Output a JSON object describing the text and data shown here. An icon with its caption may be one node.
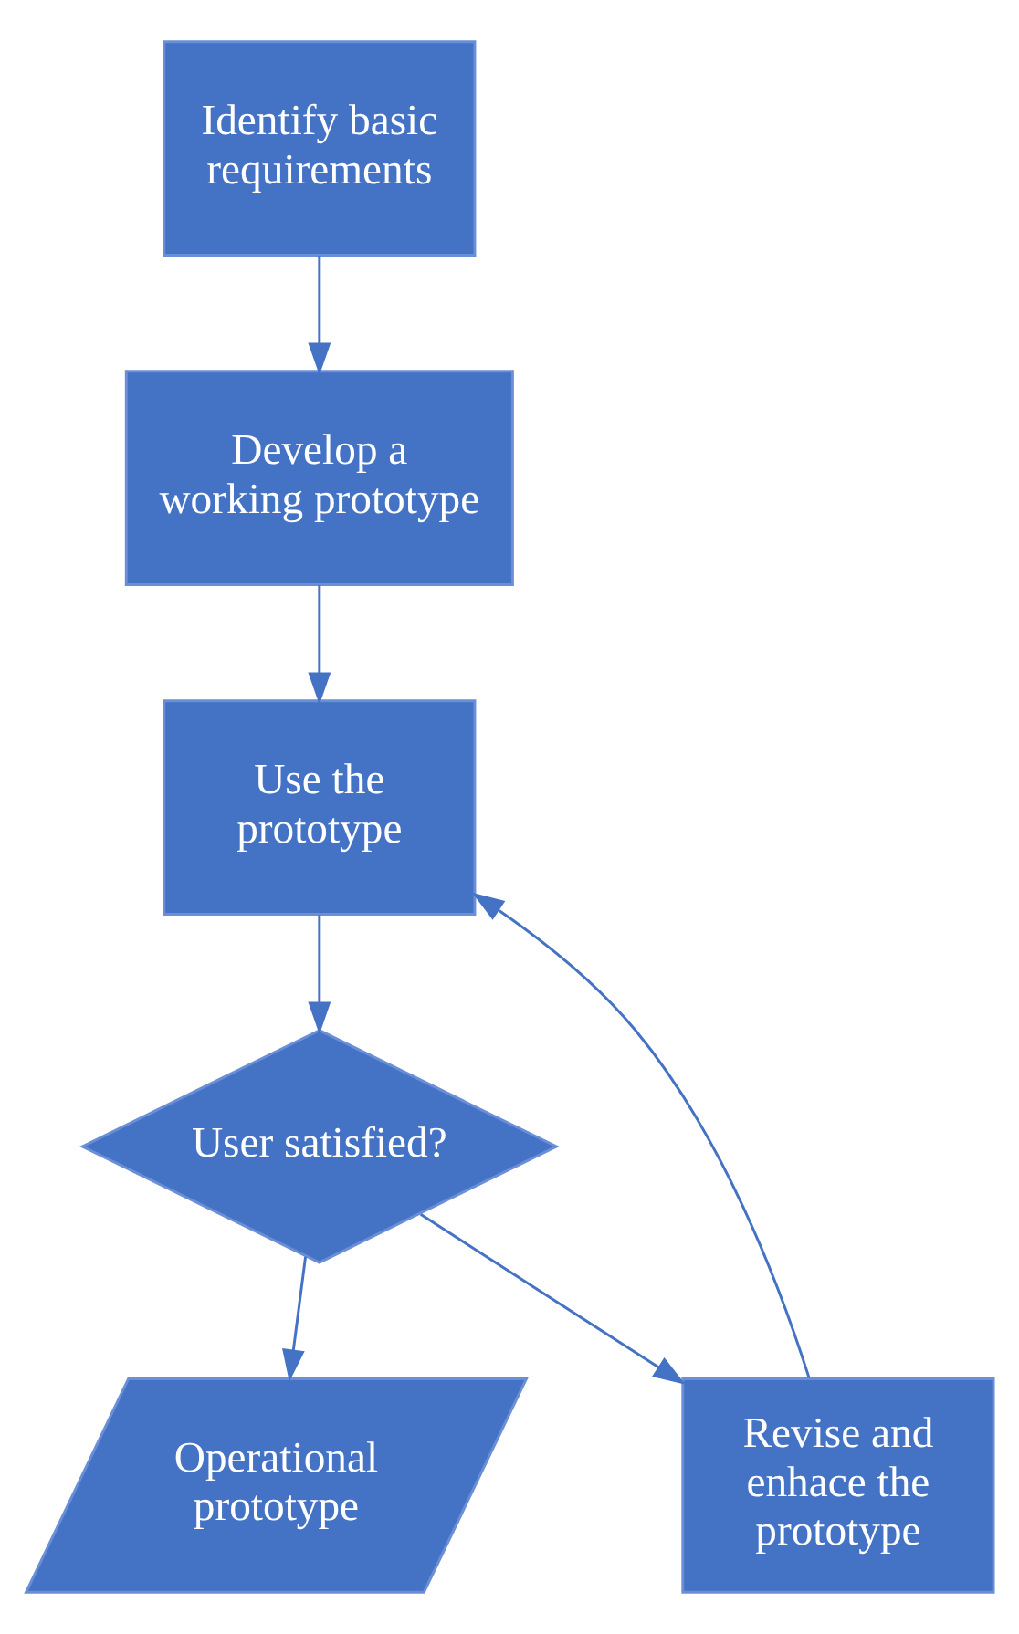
{
  "diagram": {
    "nodes": [
      {
        "text": [
          "Identify basic requirements"
        ]
      },
      {
        "text": [
          "Develop a working prototype"
        ]
      },
      {
        "text": [
          "Use the prototype"
        ]
      },
      {
        "text": [
          "User satisfied?"
        ]
      },
      {
        "text": [
          "Operational prototype"
        ]
      },
      {
        "text": [
          "Revise and enhace the prototype"
        ]
      }
    ],
    "edges": [
      {
        "from": 0,
        "to": 1,
        "arrow": "to"
      },
      {
        "from": 1,
        "to": 2,
        "arrow": "to"
      },
      {
        "from": 2,
        "to": 3,
        "arrow": "to"
      },
      {
        "from": 3,
        "to": 4,
        "arrow": "to"
      },
      {
        "from": 3,
        "to": 5,
        "arrow": "to"
      },
      {
        "from": 5,
        "to": 2,
        "arrow": "to"
      }
    ]
  }
}
